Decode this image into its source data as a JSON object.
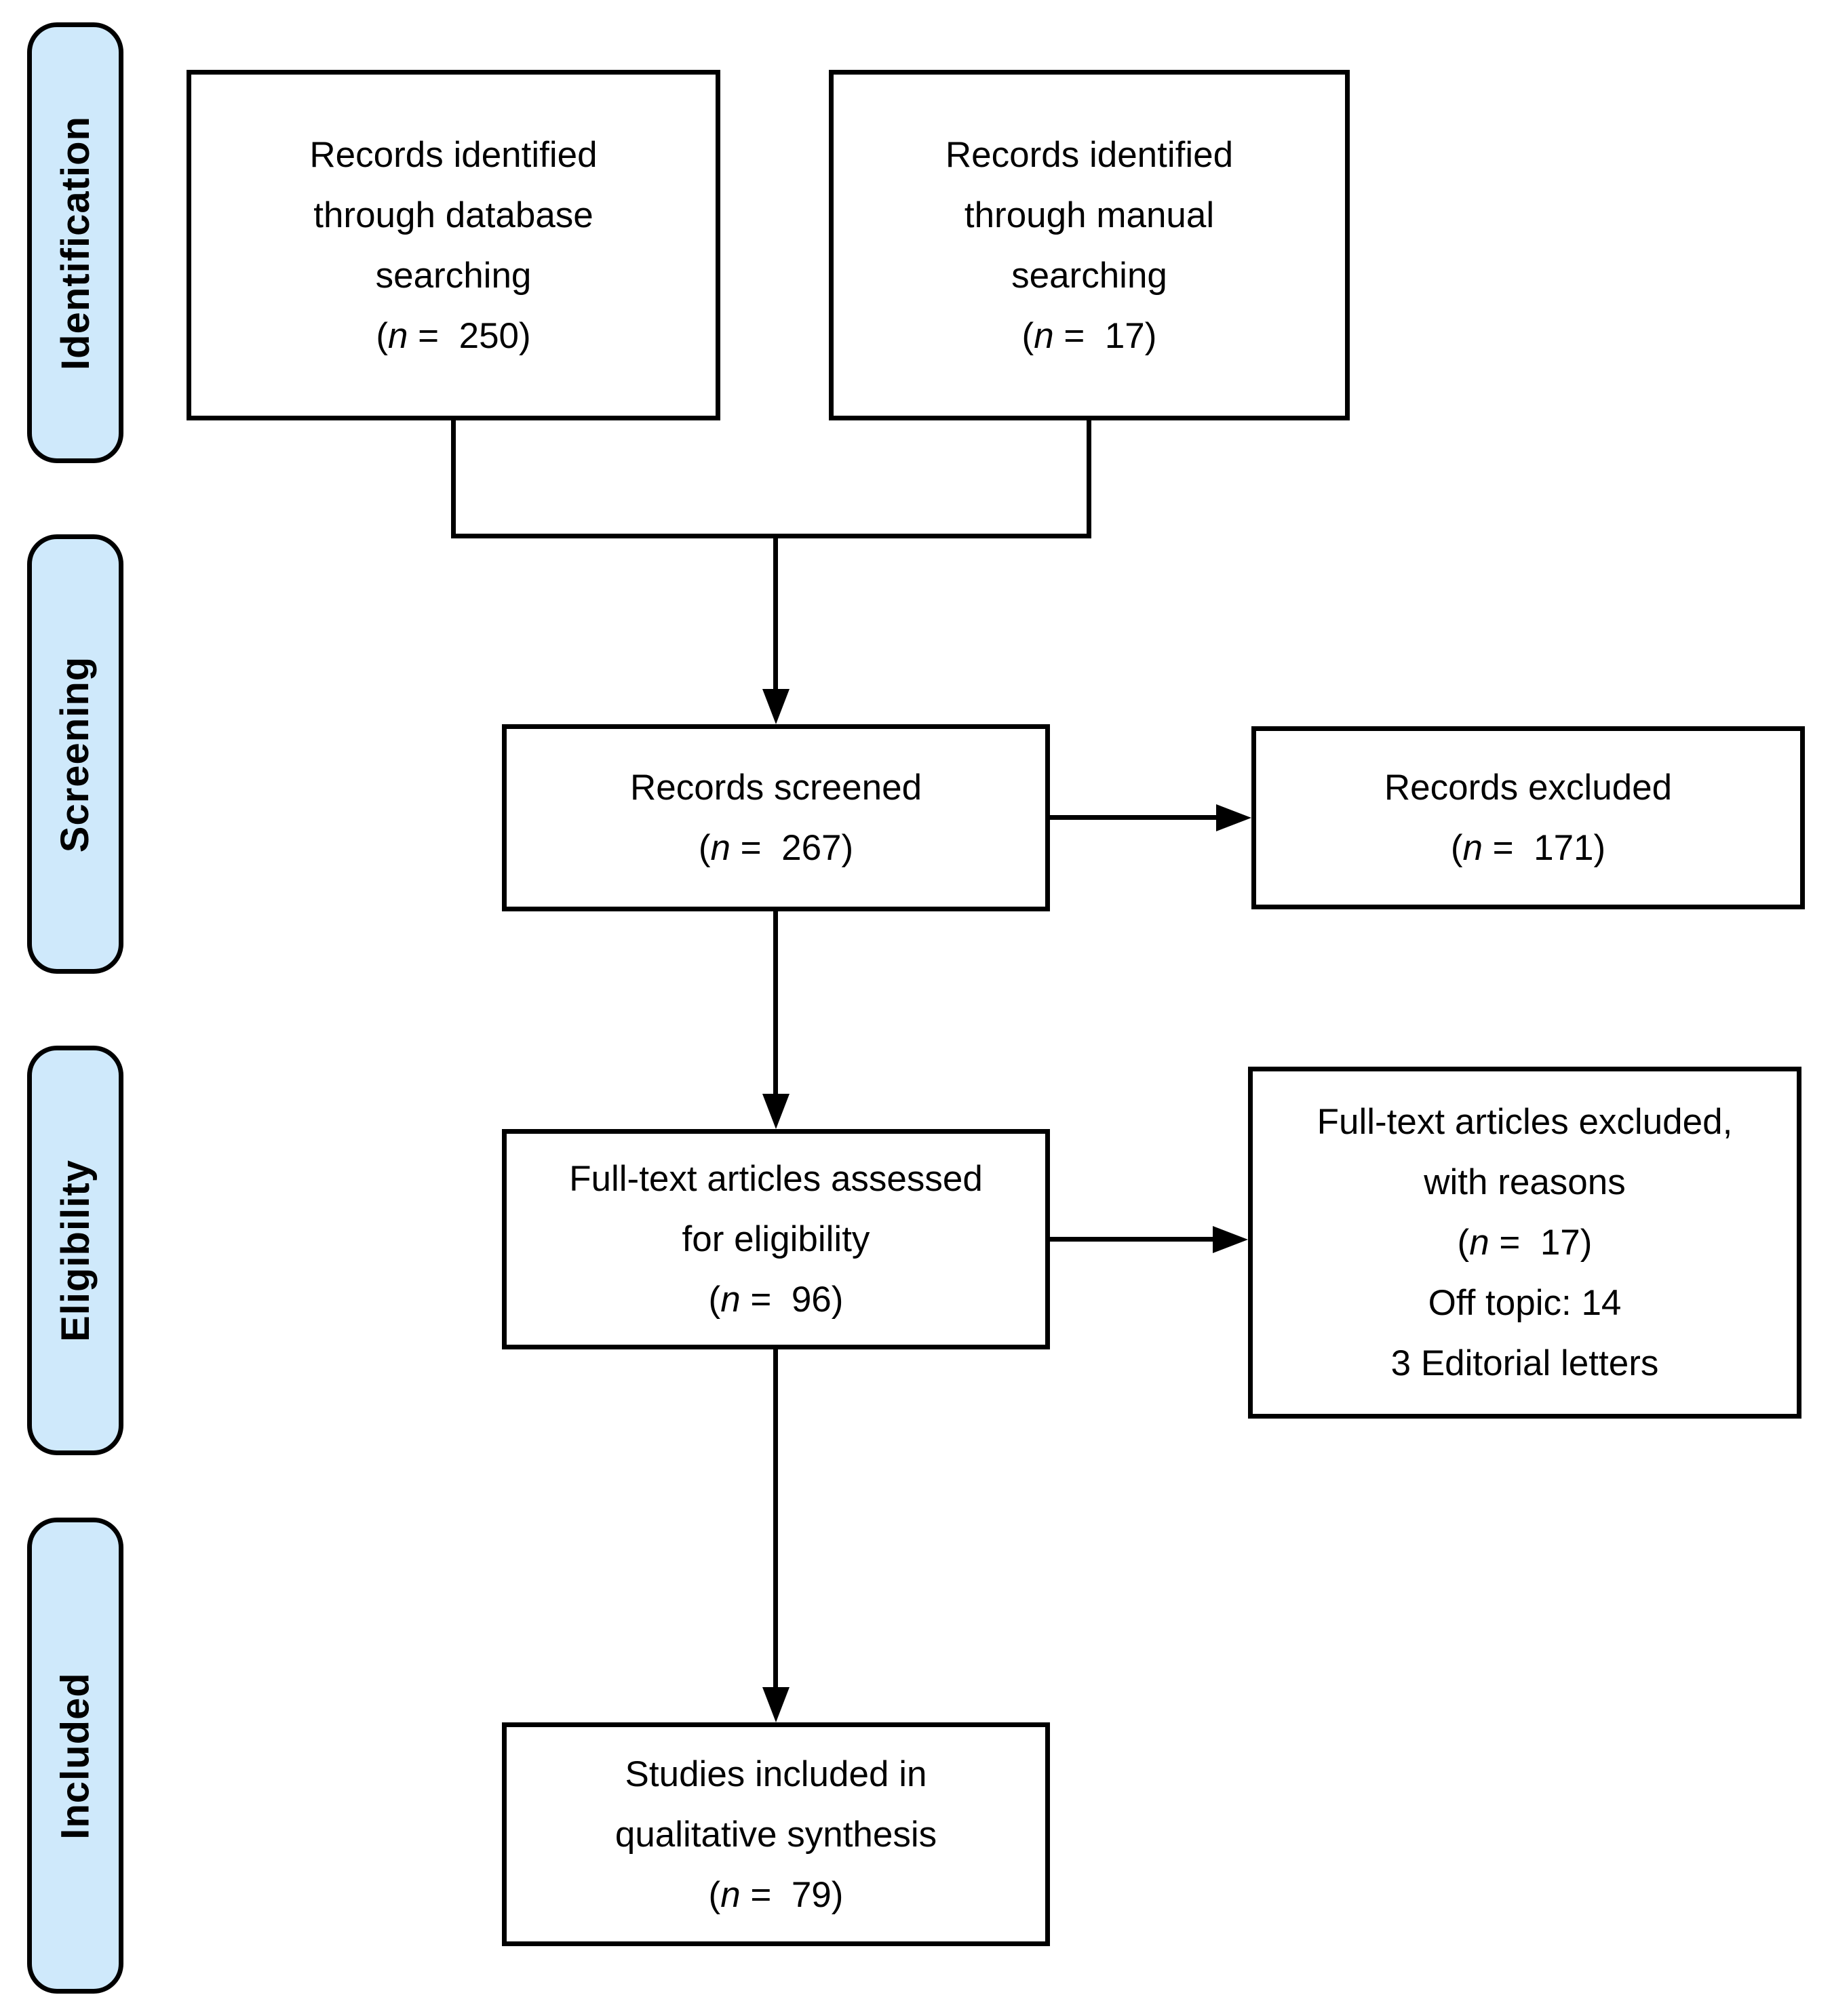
{
  "diagram_type": "prisma-flow-diagram",
  "colors": {
    "stage_fill": "#cfe9fb",
    "stage_border": "#000000",
    "box_border": "#000000",
    "arrow": "#000000",
    "background": "#ffffff"
  },
  "punct": {
    "open": "(",
    "n": "n",
    "eq": " =  ",
    "close": ")"
  },
  "stages": [
    {
      "label": "Identification"
    },
    {
      "label": "Screening"
    },
    {
      "label": "Eligibility"
    },
    {
      "label": "Included"
    }
  ],
  "boxes": {
    "db": {
      "lines": [
        "Records identified",
        "through database",
        "searching"
      ],
      "n": "250"
    },
    "manual": {
      "lines": [
        "Records identified",
        "through manual",
        "searching"
      ],
      "n": "17"
    },
    "screened": {
      "lines": [
        "Records screened"
      ],
      "n": "267"
    },
    "excluded": {
      "lines": [
        "Records excluded"
      ],
      "n": "171"
    },
    "fulltext": {
      "lines": [
        "Full-text articles assessed",
        "for eligibility"
      ],
      "n": "96"
    },
    "ft_excluded": {
      "lines": [
        "Full-text articles excluded,",
        "with reasons"
      ],
      "n": "17",
      "extra_lines": [
        "Off topic: 14",
        "3 Editorial letters"
      ]
    },
    "included_box": {
      "lines": [
        "Studies included in",
        "qualitative synthesis"
      ],
      "n": "79"
    }
  }
}
